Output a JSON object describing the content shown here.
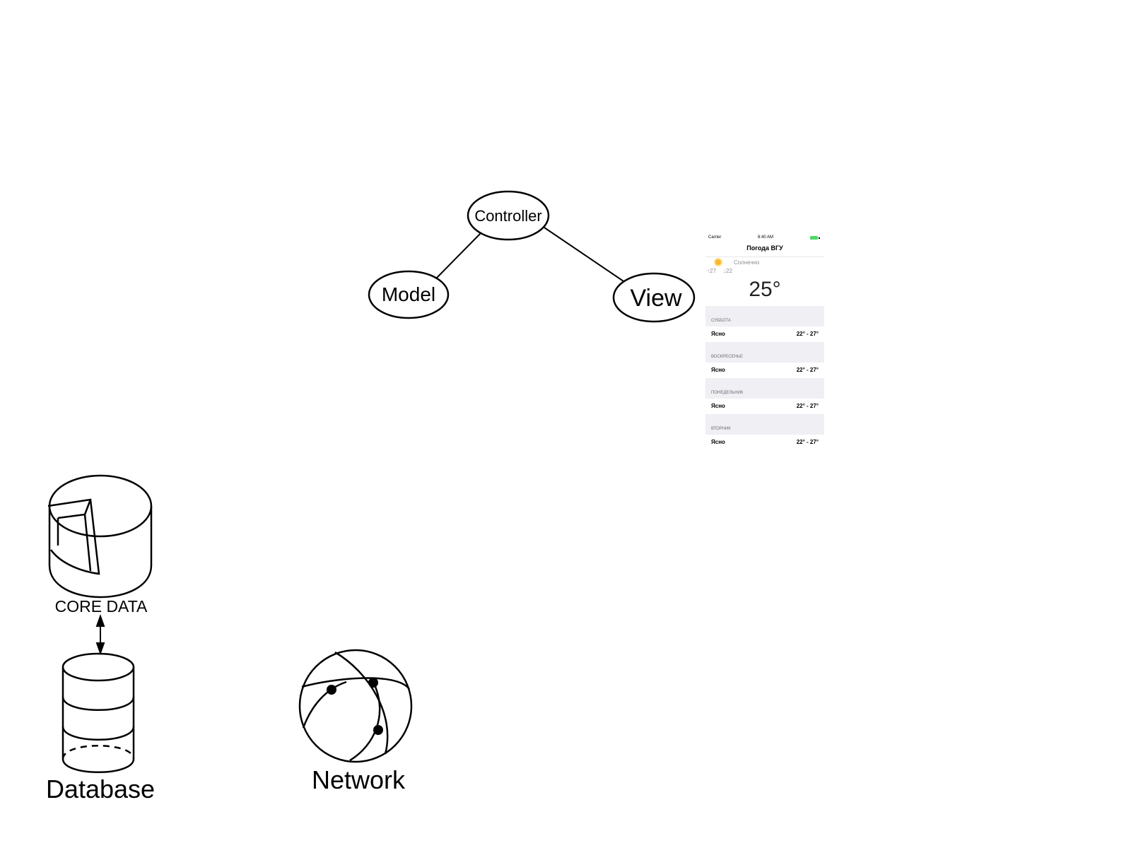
{
  "mvc": {
    "controller": "Controller",
    "model": "Model",
    "view": "View"
  },
  "core_data": {
    "label": "CORE DATA"
  },
  "database": {
    "label": "Database"
  },
  "network": {
    "label": "Network"
  },
  "phone": {
    "carrier": "Carrier",
    "time": "8:40 AM",
    "title": "Погода ВГУ",
    "condition": "Солнечно",
    "high": "↑27",
    "low": "↓22",
    "temperature": "25°",
    "days": [
      {
        "day": "СУББОТА",
        "condition": "Ясно",
        "range": "22° - 27°"
      },
      {
        "day": "ВОСКРЕСЕНЬЕ",
        "condition": "Ясно",
        "range": "22° - 27°"
      },
      {
        "day": "ПОНЕДЕЛЬНИК",
        "condition": "Ясно",
        "range": "22° - 27°"
      },
      {
        "day": "ВТОРНИК",
        "condition": "Ясно",
        "range": "22° - 27°"
      }
    ],
    "colors": {
      "battery": "#4cd964",
      "section_bg": "#efeff4",
      "sun": "#f7b733"
    }
  }
}
